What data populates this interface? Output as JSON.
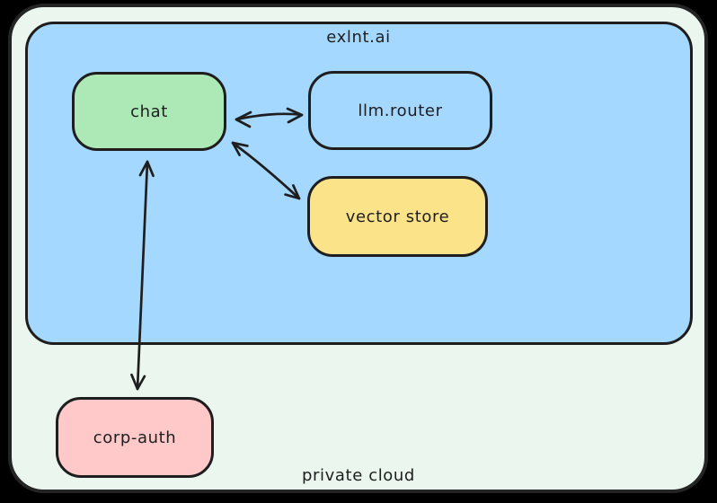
{
  "diagram": {
    "page_background": "#000000",
    "stroke_color": "#1e1e1e",
    "containers": {
      "private_cloud": {
        "label": "private cloud",
        "fill": "#eaf6ee"
      },
      "exlnt": {
        "label": "exlnt.ai",
        "fill": "#a5d8ff"
      }
    },
    "nodes": [
      {
        "id": "chat",
        "label": "chat",
        "fill": "#ace9b6"
      },
      {
        "id": "llm-router",
        "label": "llm.router",
        "fill": "#a5d8ff"
      },
      {
        "id": "vector-store",
        "label": "vector store",
        "fill": "#fbe38a"
      },
      {
        "id": "corp-auth",
        "label": "corp-auth",
        "fill": "#ffc9c9"
      }
    ],
    "edges": [
      {
        "from": "chat",
        "to": "llm-router",
        "direction": "bidirectional"
      },
      {
        "from": "chat",
        "to": "vector-store",
        "direction": "bidirectional"
      },
      {
        "from": "chat",
        "to": "corp-auth",
        "direction": "bidirectional"
      }
    ]
  }
}
